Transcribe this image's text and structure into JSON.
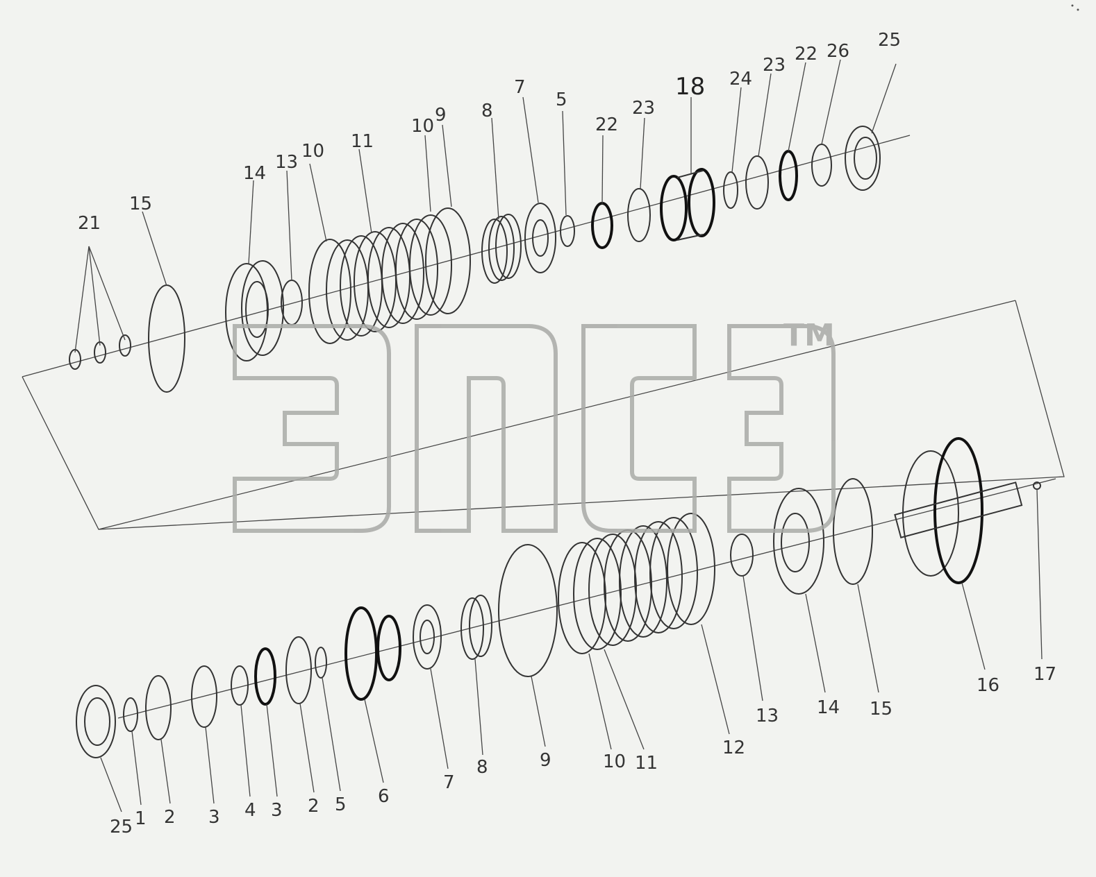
{
  "diagram": {
    "callouts_upper": [
      "21",
      "15",
      "14",
      "13",
      "10",
      "11",
      "10",
      "9",
      "8",
      "7",
      "5",
      "22",
      "23",
      "18",
      "24",
      "23",
      "22",
      "26",
      "25"
    ],
    "callouts_lower": [
      "25",
      "1",
      "2",
      "3",
      "4",
      "3",
      "2",
      "5",
      "6",
      "7",
      "8",
      "9",
      "10",
      "11",
      "12",
      "13",
      "14",
      "15",
      "16",
      "17"
    ]
  },
  "watermark": {
    "text": "ЭПСЭ",
    "trademark": "TM"
  },
  "colors": {
    "background": "#f2f3f0",
    "line": "#333333",
    "watermark": "#a9aaa7"
  }
}
